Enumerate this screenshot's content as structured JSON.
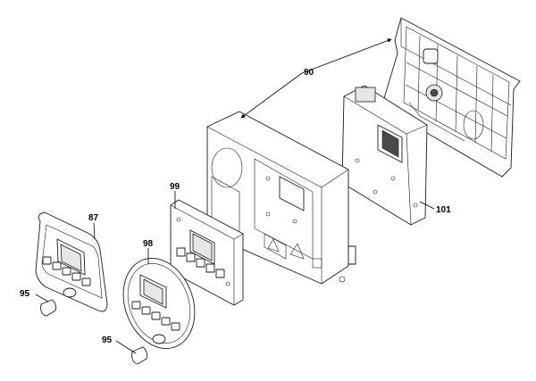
{
  "callouts": {
    "c90": "90",
    "c99": "99",
    "c87": "87",
    "c98": "98",
    "c95a": "95",
    "c95b": "95",
    "c101": "101"
  }
}
